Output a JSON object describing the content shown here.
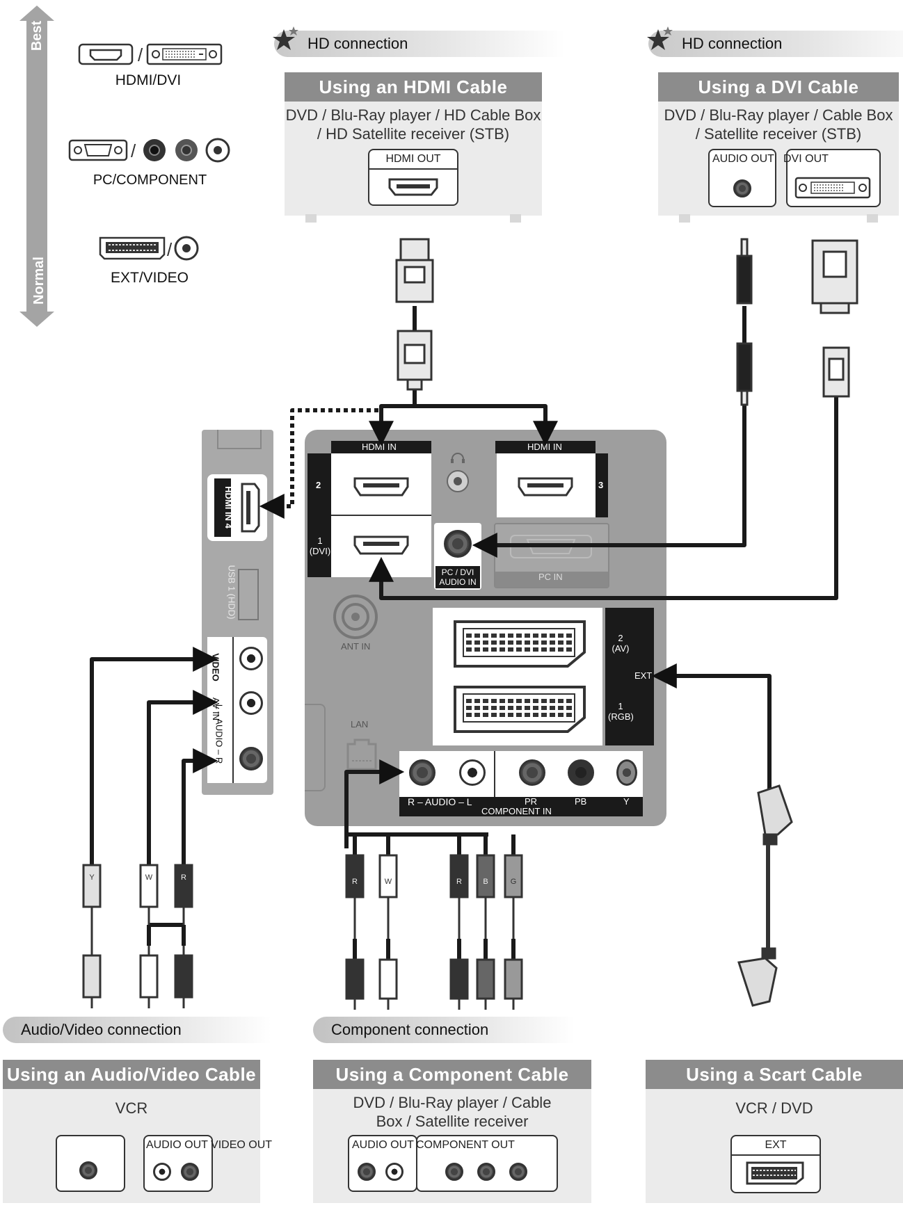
{
  "quality": {
    "best": "Best",
    "normal": "Normal"
  },
  "legend": {
    "hdmi_dvi": "HDMI/DVI",
    "pc_component": "PC/COMPONENT",
    "ext_video": "EXT/VIDEO"
  },
  "hdmi_card": {
    "section": "HD connection",
    "title": "Using an HDMI Cable",
    "subtitle_line1": "DVD / Blu-Ray player / HD Cable Box",
    "subtitle_line2": "/ HD Satellite receiver (STB)",
    "port_label": "HDMI OUT"
  },
  "dvi_card": {
    "section": "HD connection",
    "title": "Using a DVI Cable",
    "subtitle_line1": "DVD / Blu-Ray player / Cable Box",
    "subtitle_line2": "/ Satellite receiver (STB)",
    "audio_out": "AUDIO OUT",
    "dvi_out": "DVI OUT"
  },
  "tv_panel": {
    "hdmi_in_2": "HDMI IN",
    "hdmi_in_3": "HDMI IN",
    "num_2": "2",
    "num_3": "3",
    "num_1_dvi": "1 (DVI)",
    "pc_dvi_audio": "PC / DVI AUDIO IN",
    "pc_in": "PC IN",
    "ant_in": "ANT IN",
    "lan": "LAN",
    "ext": "EXT",
    "ext_2": "2 (AV)",
    "ext_1": "1 (RGB)",
    "component_in": "COMPONENT IN",
    "comp_audio": "R – AUDIO – L",
    "pr": "PR",
    "pb": "PB",
    "y": "Y",
    "hdmi_in_4": "HDMI IN 4",
    "usb": "USB 1 (HDD)",
    "av_in": "AV IN",
    "video": "VIDEO",
    "audio_lr": "L – AUDIO – R"
  },
  "plugs": {
    "y": "Y",
    "w": "W",
    "r": "R",
    "b": "B",
    "g": "G"
  },
  "av_card": {
    "section": "Audio/Video connection",
    "title": "Using an Audio/Video Cable",
    "subtitle": "VCR",
    "port_label": "AUDIO OUT VIDEO OUT"
  },
  "comp_card": {
    "section": "Component connection",
    "title": "Using a Component Cable",
    "subtitle_line1": "DVD / Blu-Ray player / Cable",
    "subtitle_line2": "Box / Satellite receiver",
    "audio_out": "AUDIO OUT",
    "component_out": "COMPONENT OUT"
  },
  "scart_card": {
    "title": "Using a Scart Cable",
    "subtitle": "VCR / DVD",
    "port_label": "EXT"
  },
  "colors": {
    "card_header": "#8c8c8c",
    "card_bg": "#ebebeb",
    "panel": "#9e9e9e",
    "cable": "#1a1a1a"
  }
}
